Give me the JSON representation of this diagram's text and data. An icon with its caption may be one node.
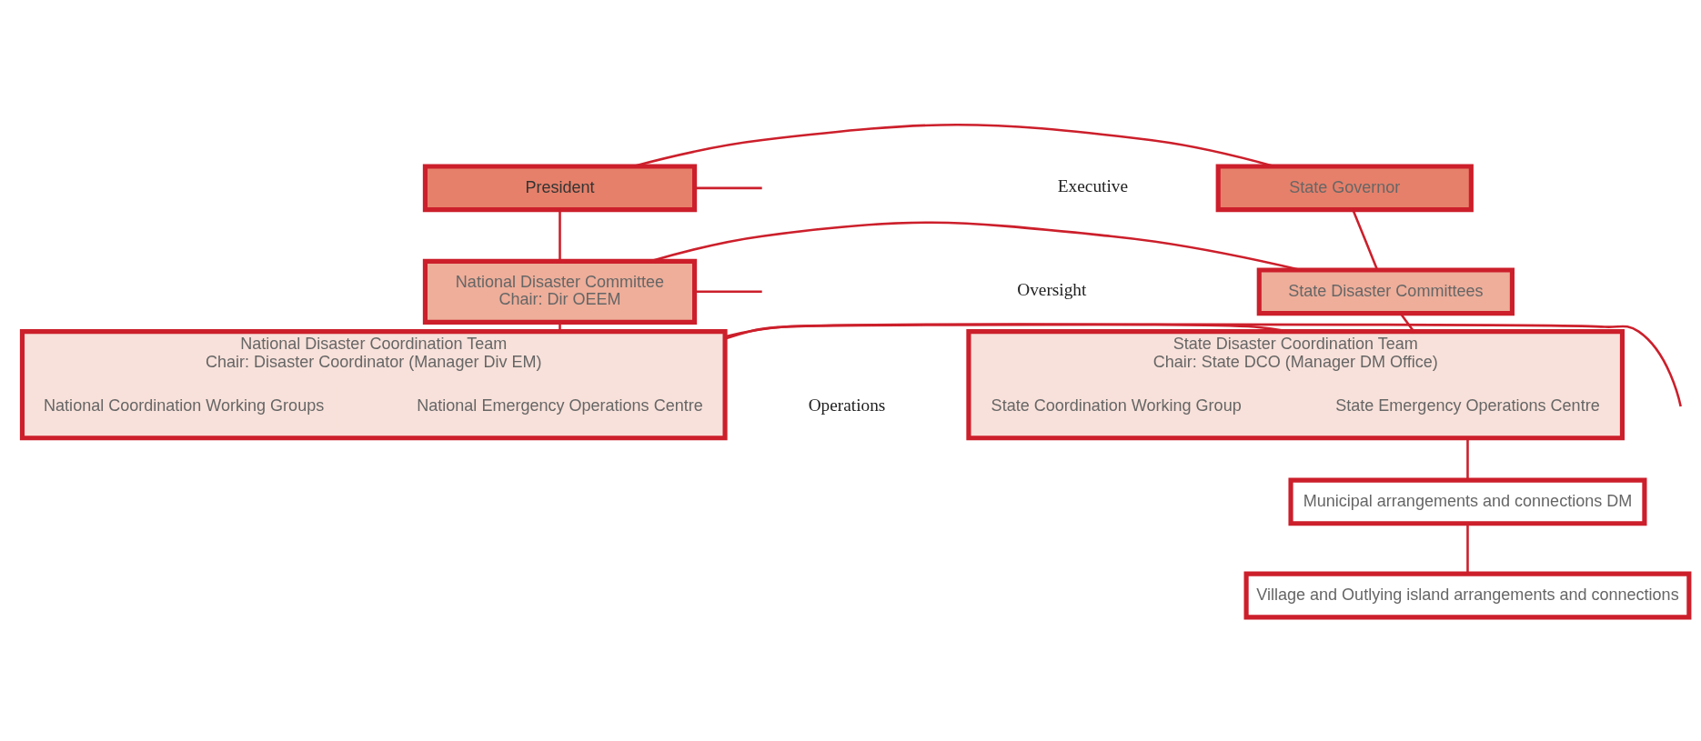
{
  "diagram": {
    "nodes": [
      {
        "text": [
          "President"
        ]
      },
      {
        "text": [
          "State Governor"
        ]
      },
      {
        "text": [
          "National Disaster Committee",
          "Chair: Dir OEEM"
        ]
      },
      {
        "text": [
          "State Disaster Committees"
        ]
      },
      {
        "text": [
          "National Disaster Coordination Team",
          "Chair: Disaster Coordinator (Manager Div EM)"
        ]
      },
      {
        "text": [
          "National Emergency Operations Centre"
        ],
        "in": 4
      },
      {
        "text": [
          "National Coordination Working Groups"
        ],
        "in": 4
      },
      {
        "text": [
          "State Disaster Coordination Team",
          "Chair: State DCO (Manager DM Office)"
        ]
      },
      {
        "text": [
          "State Emergency Operations Centre"
        ],
        "in": 7
      },
      {
        "text": [
          "State Coordination Working Group"
        ],
        "in": 7
      },
      {
        "text": [
          "Municipal arrangements and connections DM"
        ]
      },
      {
        "text": [
          "Village and Outlying island arrangements and connections"
        ]
      }
    ],
    "edges": [
      {
        "from": 0,
        "to": null,
        "arrow": "none"
      },
      {
        "from": 0,
        "to": 1,
        "arrow": "none"
      },
      {
        "from": 0,
        "to": 2,
        "arrow": "none"
      },
      {
        "from": 2,
        "to": null,
        "arrow": "none"
      },
      {
        "from": 1,
        "to": 3,
        "arrow": "none"
      },
      {
        "from": 2,
        "to": 3,
        "arrow": "none"
      },
      {
        "from": 2,
        "to": 4,
        "arrow": "none"
      },
      {
        "from": 4,
        "to": null,
        "arrow": "none"
      },
      {
        "from": 3,
        "to": 7,
        "arrow": "none"
      },
      {
        "from": 4,
        "to": 7,
        "arrow": "none"
      },
      {
        "from": 7,
        "to": 10,
        "arrow": "none"
      },
      {
        "from": 10,
        "to": 11,
        "arrow": "none"
      }
    ],
    "labels": [
      "Executive",
      "Oversight",
      "Operations"
    ]
  }
}
